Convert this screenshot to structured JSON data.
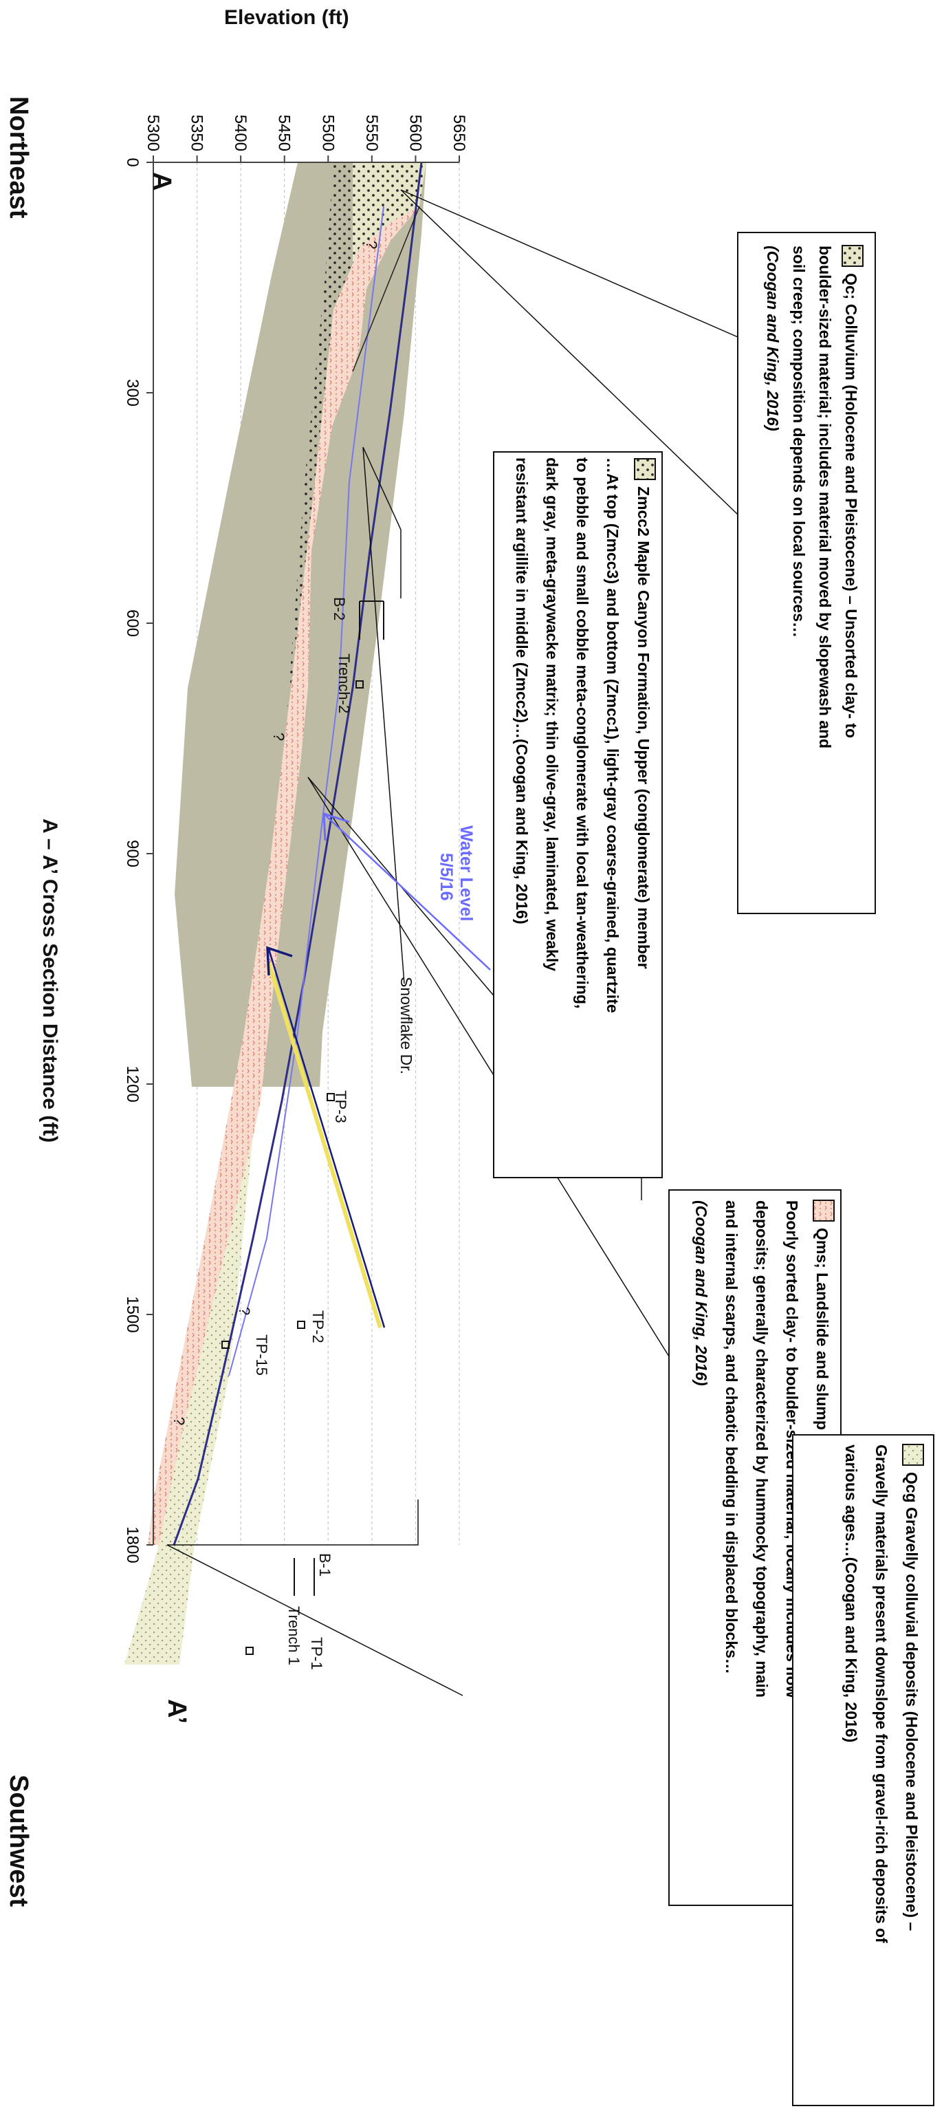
{
  "diagram": {
    "title": "A – A’ Cross Section Distance (ft)",
    "y_axis_label": "Elevation (ft)",
    "end_left_label": "A",
    "end_right_label": "A’",
    "direction_left": "Northeast",
    "direction_right": "Southwest",
    "x_ticks": [
      "0",
      "300",
      "600",
      "900",
      "1200",
      "1500",
      "1800"
    ],
    "y_ticks": [
      "5300",
      "5350",
      "5400",
      "5450",
      "5500",
      "5550",
      "5600",
      "5650"
    ],
    "x_range_ft": [
      0,
      1800
    ],
    "y_range_ft": [
      5300,
      5650
    ],
    "grid": true,
    "orientation": "rotated 90 degrees clockwise",
    "colors": {
      "colluvium_fill": "#e7e6c8",
      "colluvium_dots": "#2b2b2b",
      "bedrock_fill": "#bdbba3",
      "landslide_fill": "#f7dccd",
      "landslide_mark": "#e07a70",
      "ground_line": "#2d2d8a",
      "water_level": "#7777ee",
      "water_arrow": "#6b6bff",
      "road_arrow_dark": "#121a7a",
      "road_arrow_yellow": "#f0e060"
    }
  },
  "labels": {
    "b2": "B-2",
    "trench2": "Trench-2",
    "tp3": "TP-3",
    "tp2": "TP-2",
    "b1": "B-1",
    "tp1": "TP-1",
    "trench1": "Trench 1",
    "tp15": "TP-15",
    "q1": "?",
    "q2": "?",
    "q3": "?",
    "q4": "?",
    "water_level_line1": "Water Level",
    "water_level_line2": "5/5/16",
    "road": "Snowflake Dr."
  },
  "legend": {
    "qc": {
      "lines": [
        "Qc; Colluvium (Holocene and Pleistocene) – Unsorted clay- to",
        "boulder-sized material; includes material moved by slopewash and",
        "soil creep; composition depends on local sources…",
        "(Coogan and King, 2016)"
      ]
    },
    "zmcc2": {
      "lines": [
        "Zmcc2 Maple Canyon Formation, Upper (conglomerate) member",
        "…At top (Zmcc3) and bottom (Zmcc1), light-gray coarse-grained, quartzite",
        "to pebble and small cobble meta-conglomerate with local tan-weathering,",
        "dark gray, meta-graywacke matrix; thin olive-gray, laminated, weakly",
        "resistant argillite in middle (Zmcc2)…(Coogan and King, 2016)"
      ]
    },
    "qms": {
      "lines": [
        "Qms; Landslide and slump deposits (Holocene and Pleistocene) -",
        "Poorly sorted clay- to boulder-sized material; locally includes flow",
        "deposits; generally characterized by hummocky topography, main",
        "and internal scarps, and chaotic bedding in displaced blocks…",
        "(Coogan and King, 2016)"
      ]
    },
    "qcg": {
      "lines": [
        "Qcg Gravelly colluvial deposits (Holocene and Pleistocene) –",
        "Gravelly materials present downslope from gravel-rich deposits of",
        "various ages…(Coogan and King, 2016)"
      ]
    }
  }
}
